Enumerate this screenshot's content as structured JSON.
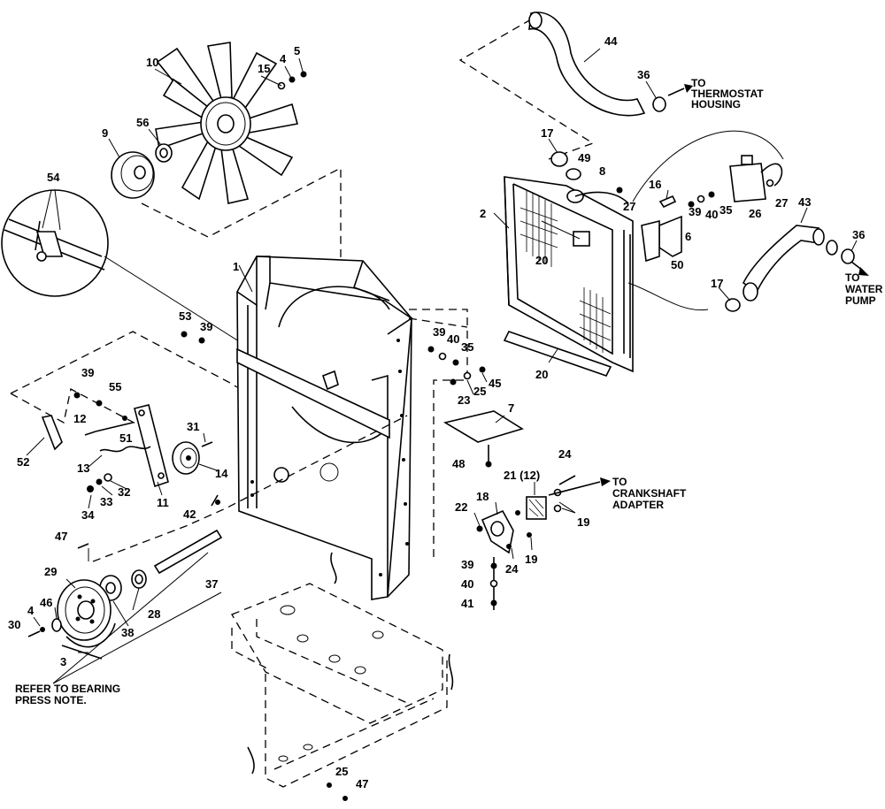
{
  "labels": {
    "p1": "1",
    "p2": "2",
    "p3": "3",
    "p4a": "4",
    "p4b": "4",
    "p5": "5",
    "p6": "6",
    "p7": "7",
    "p8": "8",
    "p9": "9",
    "p10": "10",
    "p11": "11",
    "p12": "12",
    "p13": "13",
    "p14": "14",
    "p15": "15",
    "p16": "16",
    "p17a": "17",
    "p17b": "17",
    "p18": "18",
    "p19a": "19",
    "p19b": "19",
    "p20a": "20",
    "p20b": "20",
    "p21": "21 (12)",
    "p22": "22",
    "p23": "23",
    "p24a": "24",
    "p24b": "24",
    "p25a": "25",
    "p25b": "25",
    "p26": "26",
    "p27a": "27",
    "p27b": "27",
    "p28": "28",
    "p29": "29",
    "p30": "30",
    "p31": "31",
    "p32": "32",
    "p33": "33",
    "p34": "34",
    "p35a": "35",
    "p35b": "35",
    "p36a": "36",
    "p36b": "36",
    "p37": "37",
    "p38": "38",
    "p39a": "39",
    "p39b": "39",
    "p39c": "39",
    "p39d": "39",
    "p39e": "39",
    "p40a": "40",
    "p40b": "40",
    "p40c": "40",
    "p41": "41",
    "p42": "42",
    "p43": "43",
    "p44": "44",
    "p45": "45",
    "p46": "46",
    "p47a": "47",
    "p47b": "47",
    "p48": "48",
    "p49": "49",
    "p50": "50",
    "p51": "51",
    "p52": "52",
    "p53": "53",
    "p54": "54",
    "p55": "55",
    "p56": "56"
  },
  "notes": {
    "thermostat_1": "TO",
    "thermostat_2": "THERMOSTAT",
    "thermostat_3": "HOUSING",
    "water_1": "TO",
    "water_2": "WATER",
    "water_3": "PUMP",
    "crank_1": "TO",
    "crank_2": "CRANKSHAFT",
    "crank_3": "ADAPTER",
    "bearing_1": "REFER TO BEARING",
    "bearing_2": "PRESS NOTE."
  }
}
